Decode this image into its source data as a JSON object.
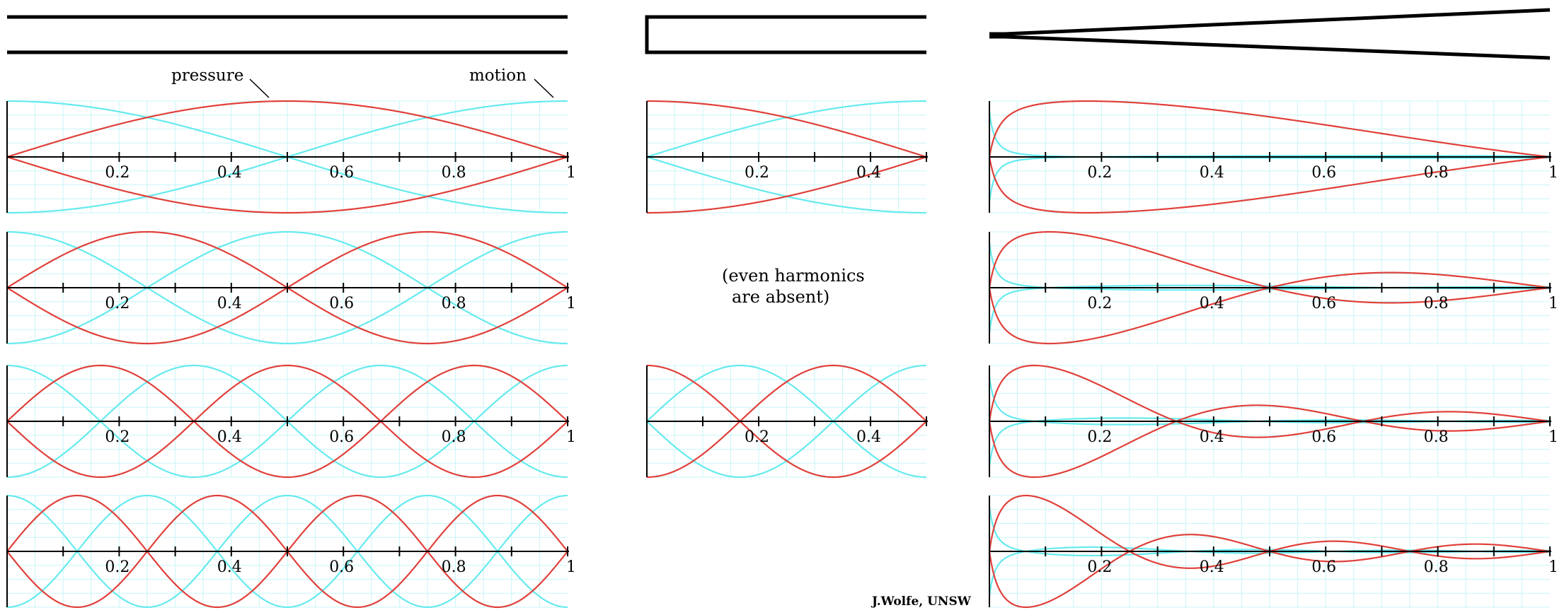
{
  "colors": {
    "pressure": "#e0403a",
    "motion": "#66eaee",
    "grid": "#c8f6f8",
    "axis": "#000000"
  },
  "labels": {
    "pressure": "pressure",
    "motion": "motion",
    "note_line1": "(even harmonics",
    "note_line2": "are absent)",
    "credit": "J.Wolfe, UNSW"
  },
  "columns": [
    {
      "id": "open-cylinder",
      "tube_shape": "open-open cylinder",
      "x_ticks": [
        "0.2",
        "0.4",
        "0.6",
        "0.8",
        "1"
      ],
      "x_range": [
        0,
        1
      ],
      "harmonics": [
        1,
        2,
        3,
        4
      ]
    },
    {
      "id": "closed-cylinder",
      "tube_shape": "closed-open cylinder",
      "x_ticks": [
        "0.2",
        "0.4"
      ],
      "x_range": [
        0,
        0.5
      ],
      "harmonics": [
        1,
        3
      ]
    },
    {
      "id": "cone",
      "tube_shape": "cone",
      "x_ticks": [
        "0.2",
        "0.4",
        "0.6",
        "0.8",
        "1"
      ],
      "x_range": [
        0,
        1
      ],
      "harmonics": [
        1,
        2,
        3,
        4
      ]
    }
  ]
}
